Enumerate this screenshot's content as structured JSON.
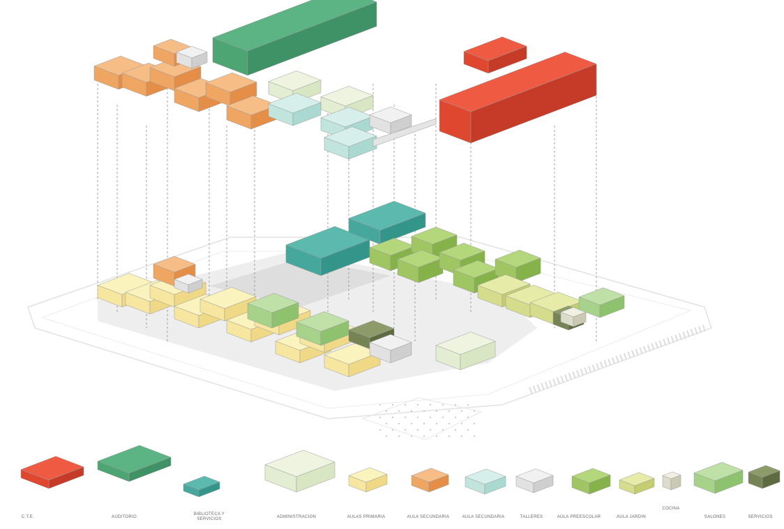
{
  "palette": {
    "red": [
      "#ef5a43",
      "#c63b27",
      "#e0472f"
    ],
    "green_dark": [
      "#5cb485",
      "#3f9166",
      "#4ea574"
    ],
    "teal": [
      "#5bb9ae",
      "#34968b",
      "#46a89d"
    ],
    "cyan_light": [
      "#d6efea",
      "#a9d9d0",
      "#c1e4dd"
    ],
    "pale_green": [
      "#eef4df",
      "#d9e6c4",
      "#e3edd1"
    ],
    "yellow": [
      "#fbf3bd",
      "#efd987",
      "#f6e6a0"
    ],
    "orange": [
      "#f7bd86",
      "#e58e47",
      "#f0a663"
    ],
    "grey": [
      "#f1f1f1",
      "#cfcfcf",
      "#e2e2e2"
    ],
    "lime": [
      "#b5d77c",
      "#86b24a",
      "#9fc662"
    ],
    "yellowgreen": [
      "#e6eba7",
      "#c4cd6f",
      "#d5dc8b"
    ],
    "olive": [
      "#8d9a6a",
      "#5e6b40",
      "#758355"
    ],
    "soft_green": [
      "#bfe0a6",
      "#8fc26f",
      "#a7d28a"
    ],
    "beige": [
      "#efefe2",
      "#c9c9b4",
      "#dcdccb"
    ]
  },
  "legend": [
    {
      "label": "C.T.E.",
      "color": "red"
    },
    {
      "label": "AUDITORIO",
      "color": "green_dark"
    },
    {
      "label": "BIBLIOTECA Y SERVICIOS",
      "color": "teal"
    },
    {
      "label": "ADMINISTRACION",
      "color": "pale_green"
    },
    {
      "label": "AULAS PRIMARIA",
      "color": "yellow"
    },
    {
      "label": "AULA SECUNDARIA",
      "color": "orange"
    },
    {
      "label": "AULA SECUNDARIA",
      "color": "cyan_light"
    },
    {
      "label": "TALLERES",
      "color": "grey"
    },
    {
      "label": "AULA PREESCOLAR",
      "color": "lime"
    },
    {
      "label": "AULA JARDIN",
      "color": "yellowgreen"
    },
    {
      "label": "COCINA",
      "color": "beige"
    },
    {
      "label": "SALONES",
      "color": "soft_green"
    },
    {
      "label": "SERVICIOS",
      "color": "olive"
    }
  ]
}
